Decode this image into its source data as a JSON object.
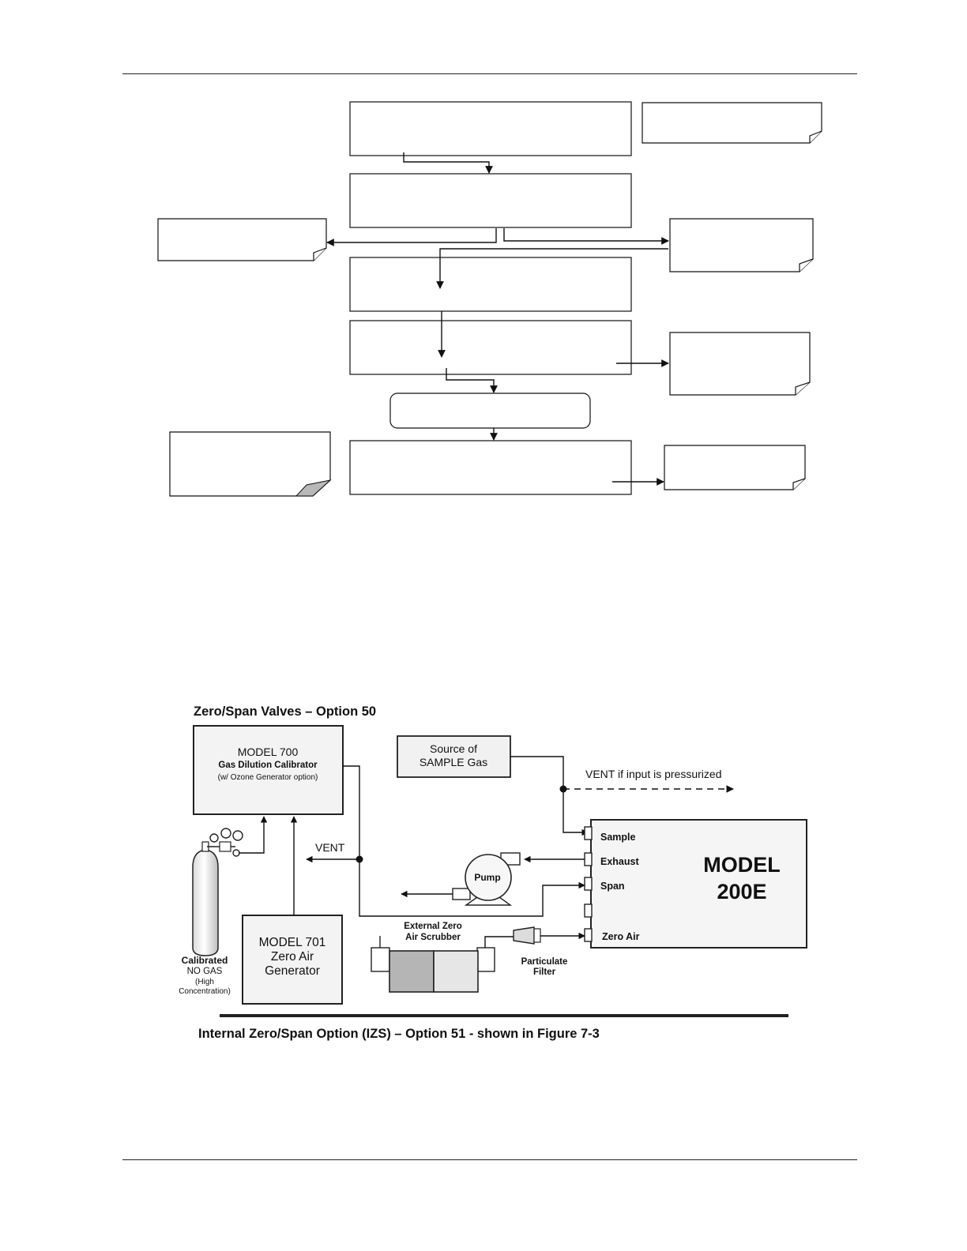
{
  "diagram": {
    "option50_title": "Zero/Span Valves – Option 50",
    "model700": {
      "line1": "MODEL 700",
      "line2": "Gas Dilution Calibrator",
      "line3": "(w/ Ozone Generator option)"
    },
    "source_sample": {
      "line1": "Source of",
      "line2": "SAMPLE Gas"
    },
    "vent_pressurized": "VENT if input is pressurized",
    "vent": "VENT",
    "pump": "Pump",
    "ports": [
      "Sample",
      "Exhaust",
      "Span",
      "Zero Air"
    ],
    "model200e": {
      "line1": "MODEL",
      "line2": "200E"
    },
    "scrubber": {
      "line1": "External Zero",
      "line2": "Air Scrubber"
    },
    "filter": {
      "line1": "Particulate",
      "line2": "Filter"
    },
    "model701": {
      "line1": "MODEL 701",
      "line2": "Zero Air",
      "line3": "Generator"
    },
    "cylinder": {
      "line1": "Calibrated",
      "line2": "NO GAS",
      "line3": "(High",
      "line4": "Concentration)"
    },
    "option51_caption": "Internal Zero/Span Option (IZS) – Option 51  - shown in Figure 7-3"
  }
}
